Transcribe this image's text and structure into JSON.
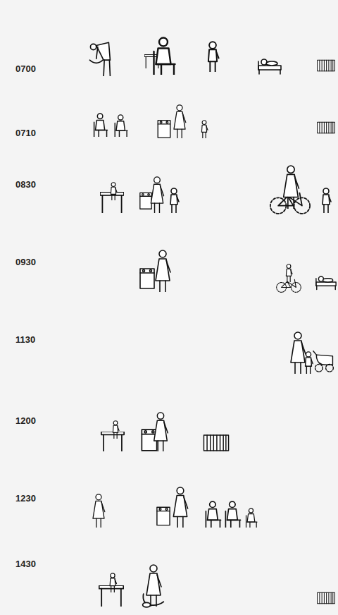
{
  "diagram": {
    "labels": [
      "0700",
      "0710",
      "0830",
      "0930",
      "1130",
      "1200",
      "1230",
      "1430"
    ]
  }
}
